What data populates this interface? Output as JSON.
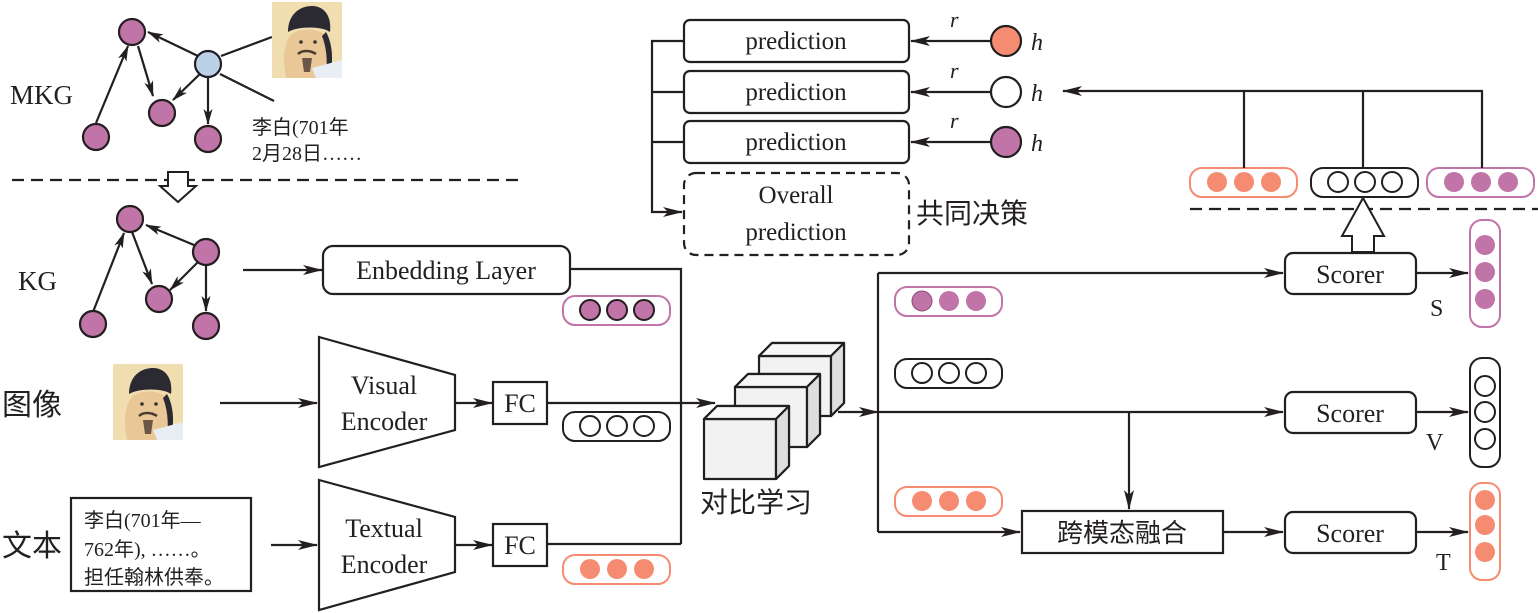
{
  "colors": {
    "line": "#231f20",
    "structure_purple": "#c174a8",
    "text_orange": "#f58c72",
    "entity_blue": "#bcd1e8",
    "visual_white": "#ffffff",
    "cube_face": "#f2f2f2",
    "cube_side": "#dedede"
  },
  "mkg": {
    "label": "MKG",
    "entity_text_line1": "李白(701年",
    "entity_text_line2": "2月28日……"
  },
  "kg": {
    "label": "KG"
  },
  "inputs": {
    "image_label": "图像",
    "text_label": "文本",
    "text_box_lines": [
      "李白(701年—",
      "762年), ……。",
      "担任翰林供奉。"
    ]
  },
  "modules": {
    "embedding_layer": "Enbedding Layer",
    "visual_encoder_line1": "Visual",
    "visual_encoder_line2": "Encoder",
    "textual_encoder_line1": "Textual",
    "textual_encoder_line2": "Encoder",
    "fc_visual": "FC",
    "fc_textual": "FC",
    "contrastive_learning": "对比学习",
    "cross_modal_fusion": "跨模态融合",
    "scorer_s": "Scorer",
    "scorer_v": "Scorer",
    "scorer_t": "Scorer"
  },
  "outputs": {
    "s_label": "S",
    "v_label": "V",
    "t_label": "T"
  },
  "prediction": {
    "rows": [
      {
        "label": "prediction",
        "relation": "r",
        "head": "h",
        "modality": "text"
      },
      {
        "label": "prediction",
        "relation": "r",
        "head": "h",
        "modality": "visual"
      },
      {
        "label": "prediction",
        "relation": "r",
        "head": "h",
        "modality": "structure"
      }
    ],
    "overall_line1": "Overall",
    "overall_line2": "prediction",
    "joint_decision": "共同决策"
  },
  "icons": {
    "portrait": "portrait-image-icon",
    "hollow_arrow": "hollow-arrow-icon",
    "cube_stack": "cube-stack-icon"
  }
}
